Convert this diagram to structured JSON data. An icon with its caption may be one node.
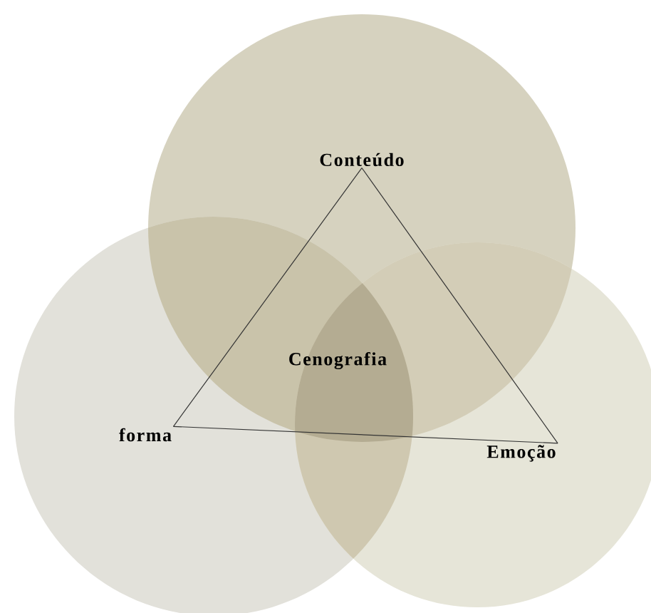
{
  "diagram": {
    "nodes": [
      {
        "text": [
          "Conteúdo"
        ]
      },
      {
        "text": [
          "forma"
        ]
      },
      {
        "text": [
          "Emoção"
        ]
      }
    ],
    "edges": [
      {
        "from": 0,
        "to": 1,
        "arrow": "none"
      },
      {
        "from": 1,
        "to": 2,
        "arrow": "none"
      },
      {
        "from": 2,
        "to": 0,
        "arrow": "none"
      }
    ],
    "labels": [
      "Cenografia"
    ]
  }
}
